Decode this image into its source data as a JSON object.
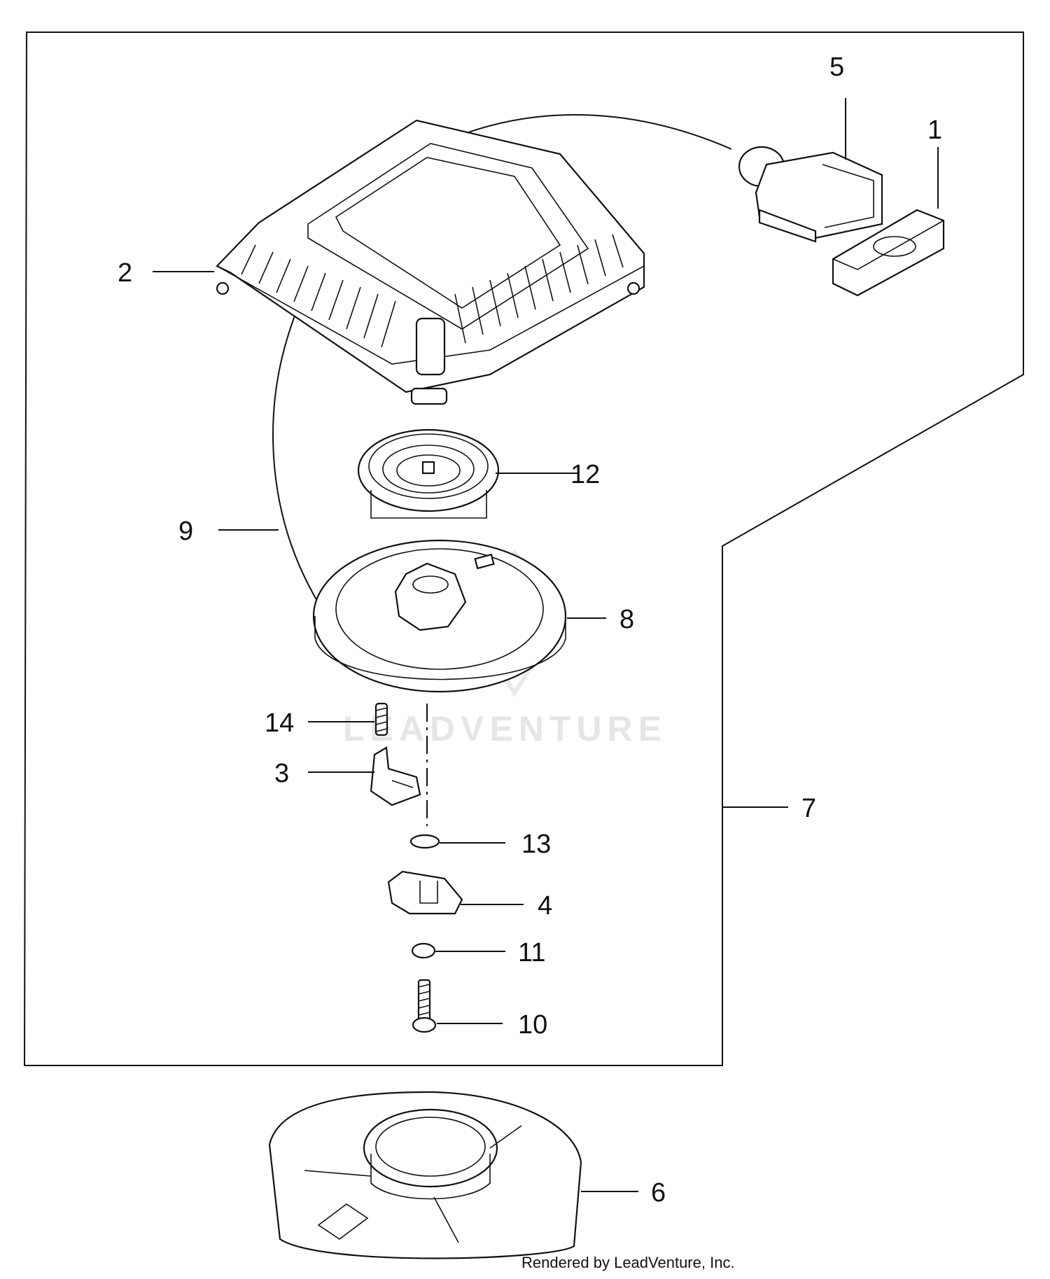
{
  "diagram": {
    "callouts": [
      {
        "id": "1",
        "label": "1"
      },
      {
        "id": "2",
        "label": "2"
      },
      {
        "id": "3",
        "label": "3"
      },
      {
        "id": "4",
        "label": "4"
      },
      {
        "id": "5",
        "label": "5"
      },
      {
        "id": "6",
        "label": "6"
      },
      {
        "id": "7",
        "label": "7"
      },
      {
        "id": "8",
        "label": "8"
      },
      {
        "id": "9",
        "label": "9"
      },
      {
        "id": "10",
        "label": "10"
      },
      {
        "id": "11",
        "label": "11"
      },
      {
        "id": "12",
        "label": "12"
      },
      {
        "id": "13",
        "label": "13"
      },
      {
        "id": "14",
        "label": "14"
      }
    ],
    "watermark": "LEADVENTURE",
    "footer": "Rendered by LeadVenture, Inc."
  }
}
